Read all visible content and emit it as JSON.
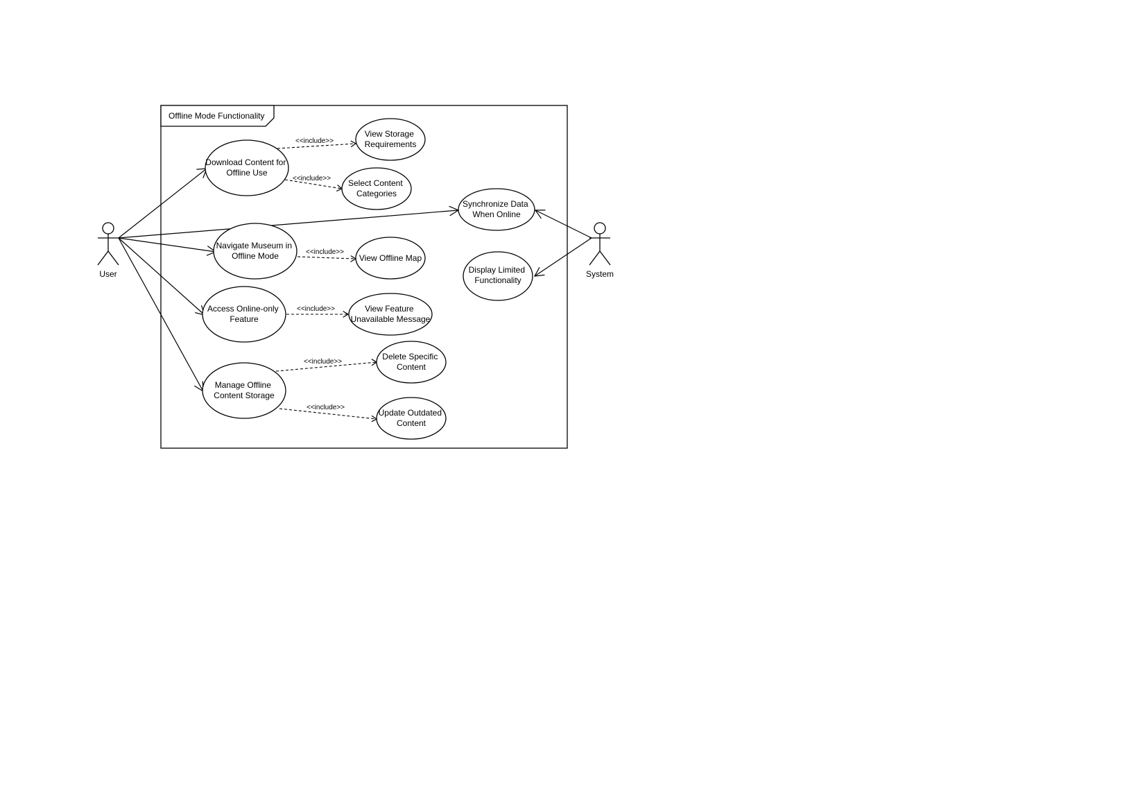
{
  "frame": {
    "label": "Offline Mode Functionality"
  },
  "actors": {
    "user": "User",
    "system": "System"
  },
  "use_cases": {
    "download": [
      "Download Content for",
      "Offline Use"
    ],
    "view_storage": [
      "View Storage",
      "Requirements"
    ],
    "select_categories": [
      "Select Content",
      "Categories"
    ],
    "synchronize": [
      "Synchronize Data",
      "When Online"
    ],
    "navigate": [
      "Navigate Museum in",
      "Offline Mode"
    ],
    "offline_map": [
      "View Offline Map"
    ],
    "display_limited": [
      "Display Limited",
      "Functionality"
    ],
    "access_online": [
      "Access Online-only",
      "Feature"
    ],
    "feature_unavailable": [
      "View Feature",
      "Unavailable Message"
    ],
    "delete_specific": [
      "Delete Specific",
      "Content"
    ],
    "manage_storage": [
      "Manage Offline",
      "Content Storage"
    ],
    "update_outdated": [
      "Update Outdated",
      "Content"
    ]
  },
  "relations": {
    "include_label": "<<include>>"
  }
}
